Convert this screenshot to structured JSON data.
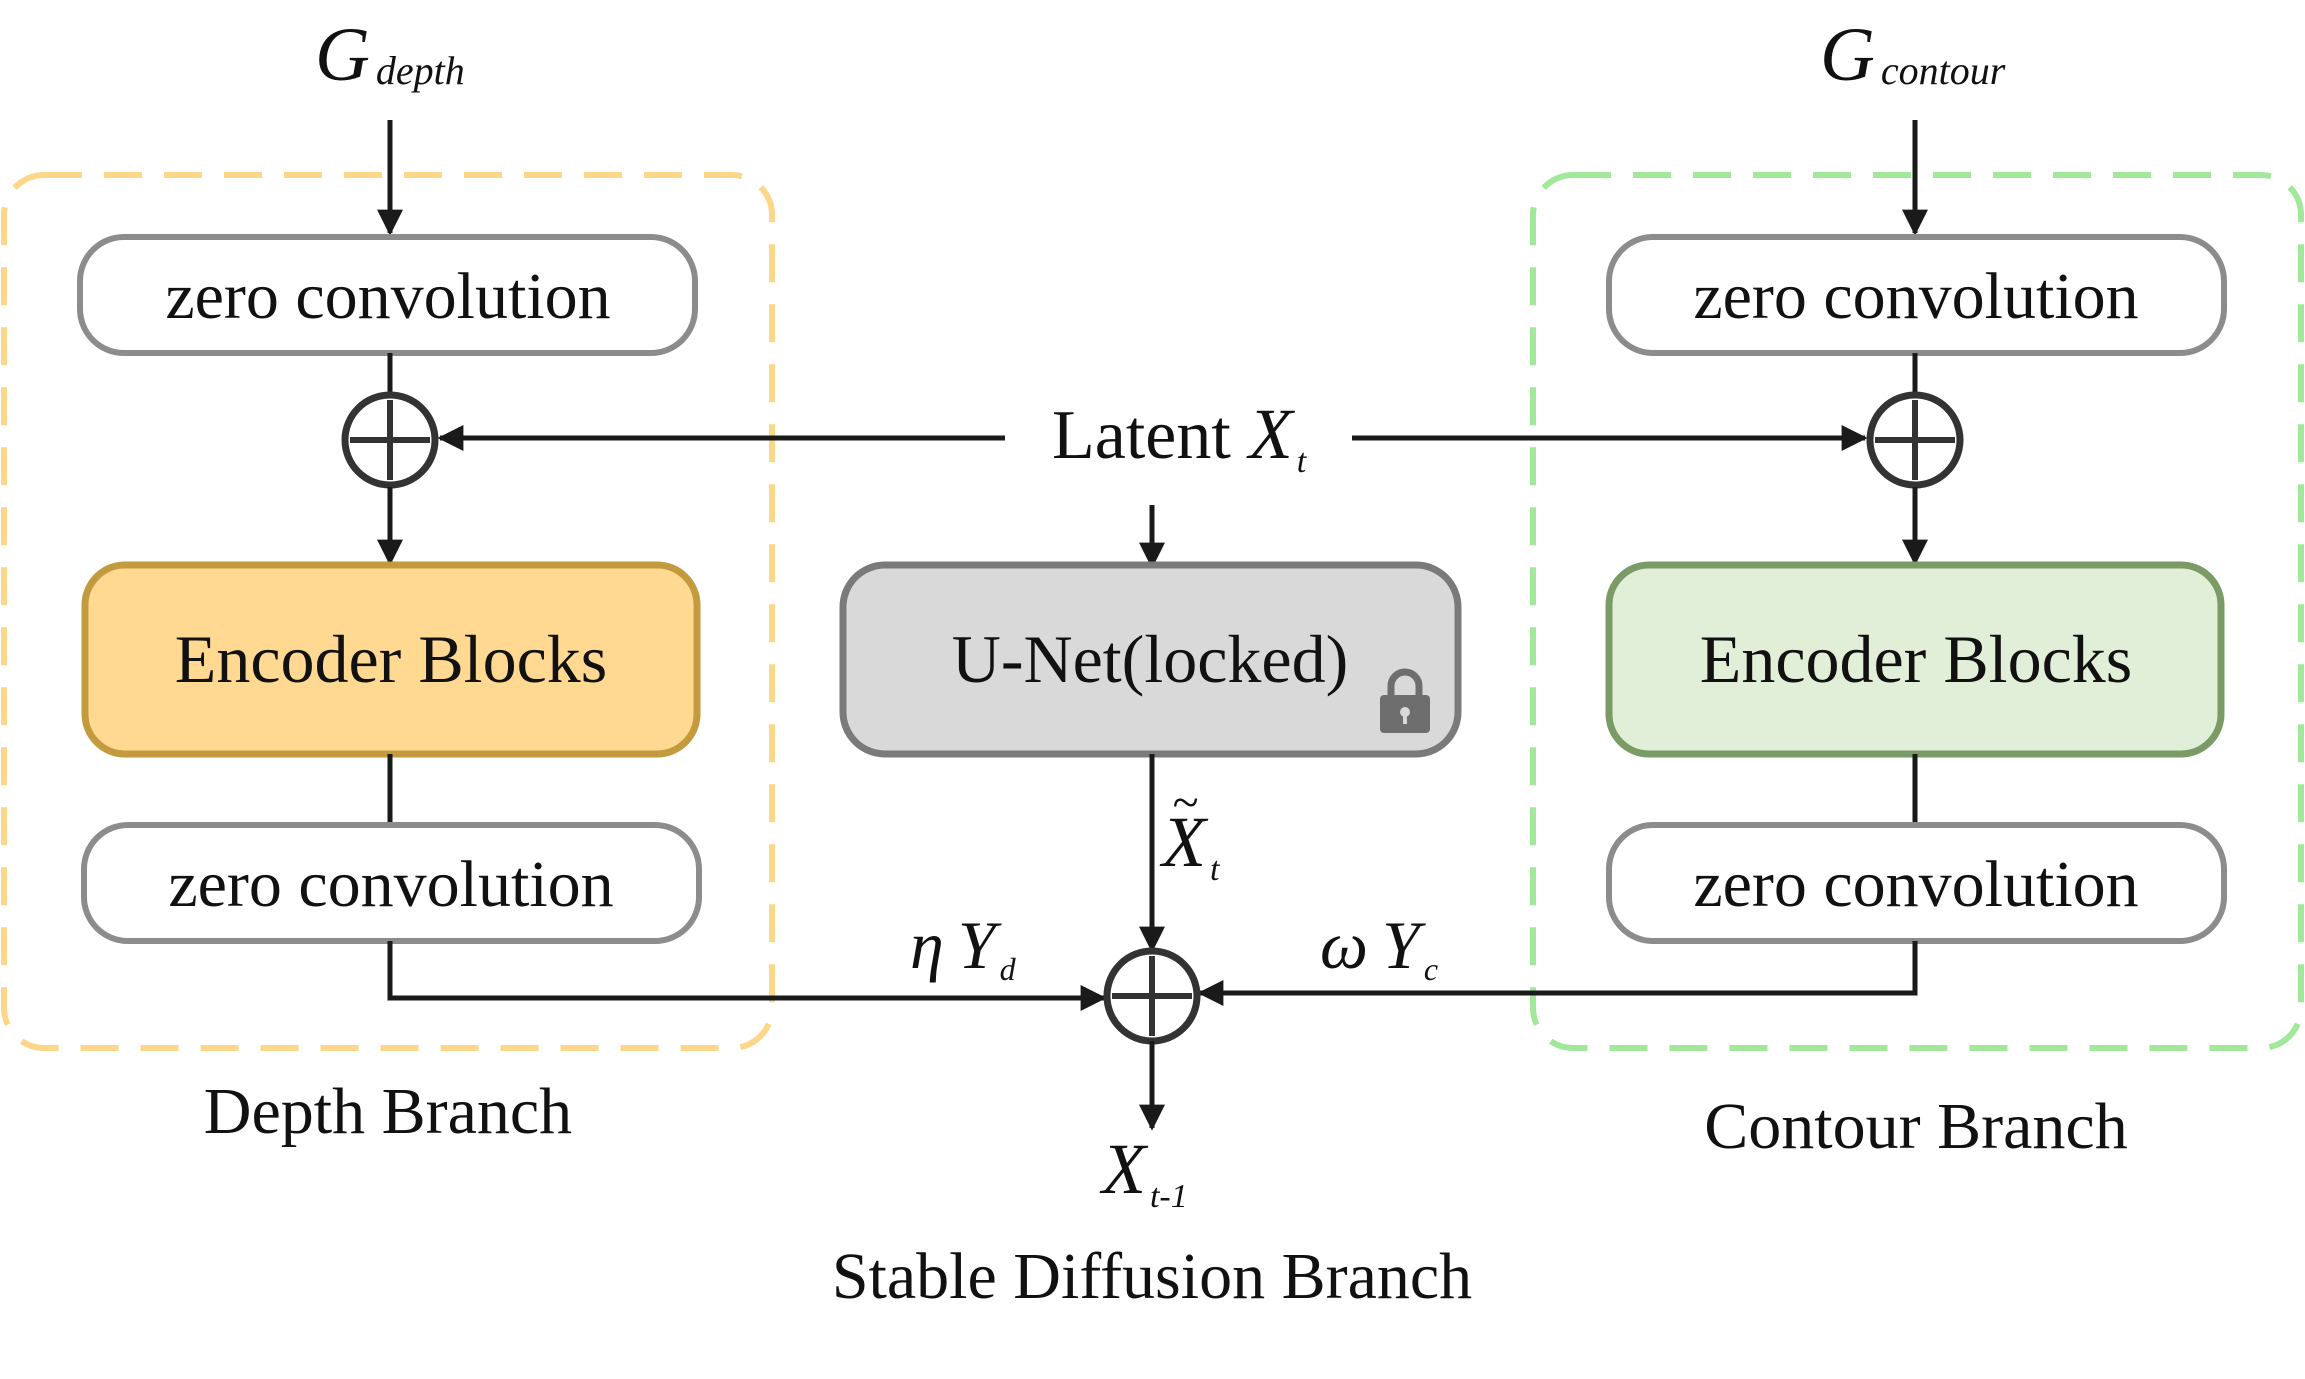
{
  "inputs": {
    "depth": {
      "base": "G",
      "sub": "depth"
    },
    "contour": {
      "base": "G",
      "sub": "contour"
    }
  },
  "latent": {
    "label": "Latent",
    "var": "X",
    "sub": "t"
  },
  "depth_branch": {
    "zero_conv_top": "zero convolution",
    "encoder": "Encoder Blocks",
    "zero_conv_bottom": "zero convolution",
    "caption": "Depth Branch",
    "output": {
      "coef": "η",
      "var": "Y",
      "sub": "d"
    }
  },
  "contour_branch": {
    "zero_conv_top": "zero convolution",
    "encoder": "Encoder Blocks",
    "zero_conv_bottom": "zero convolution",
    "caption": "Contour Branch",
    "output": {
      "coef": "ω",
      "var": "Y",
      "sub": "c"
    }
  },
  "sd_branch": {
    "unet": "U-Net(locked)",
    "unet_output": {
      "tilde": "~",
      "var": "X",
      "sub": "t"
    },
    "result": {
      "var": "X",
      "sub": "t-1"
    },
    "caption": "Stable Diffusion Branch"
  },
  "colors": {
    "depth_dash": "#fcd78a",
    "depth_fill": "#ffd991",
    "depth_stroke": "#c49a3f",
    "contour_dash": "#a2e89a",
    "contour_fill": "#e1efd8",
    "contour_stroke": "#7a9a66",
    "unet_fill": "#d9d9d9",
    "unet_stroke": "#7a7a7a",
    "box_stroke": "#8c8c8c",
    "line": "#1a1a1a"
  },
  "icons": {
    "lock": "lock-icon",
    "add": "plus-circle-icon"
  }
}
